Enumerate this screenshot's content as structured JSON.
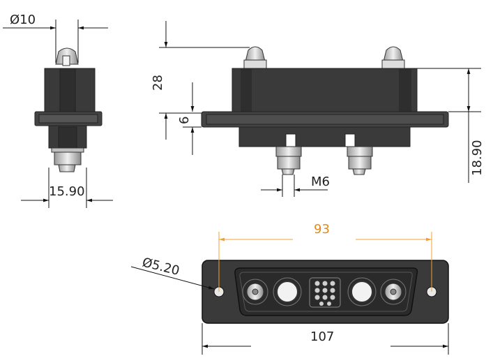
{
  "dimensions": {
    "top_left_diameter": "Ø10",
    "left_width": "15.90",
    "front_height": "28",
    "flange_thickness": "6",
    "right_height": "18.90",
    "thread": "M6",
    "hole_spacing": "93",
    "hole_diameter": "Ø5.20",
    "overall_width": "107"
  },
  "colors": {
    "body": "#3a3a3a",
    "body_dark": "#2a2a2a",
    "body_light": "#555555",
    "metal": "#d0d0d0",
    "accent_dim": "#e08a1e"
  }
}
